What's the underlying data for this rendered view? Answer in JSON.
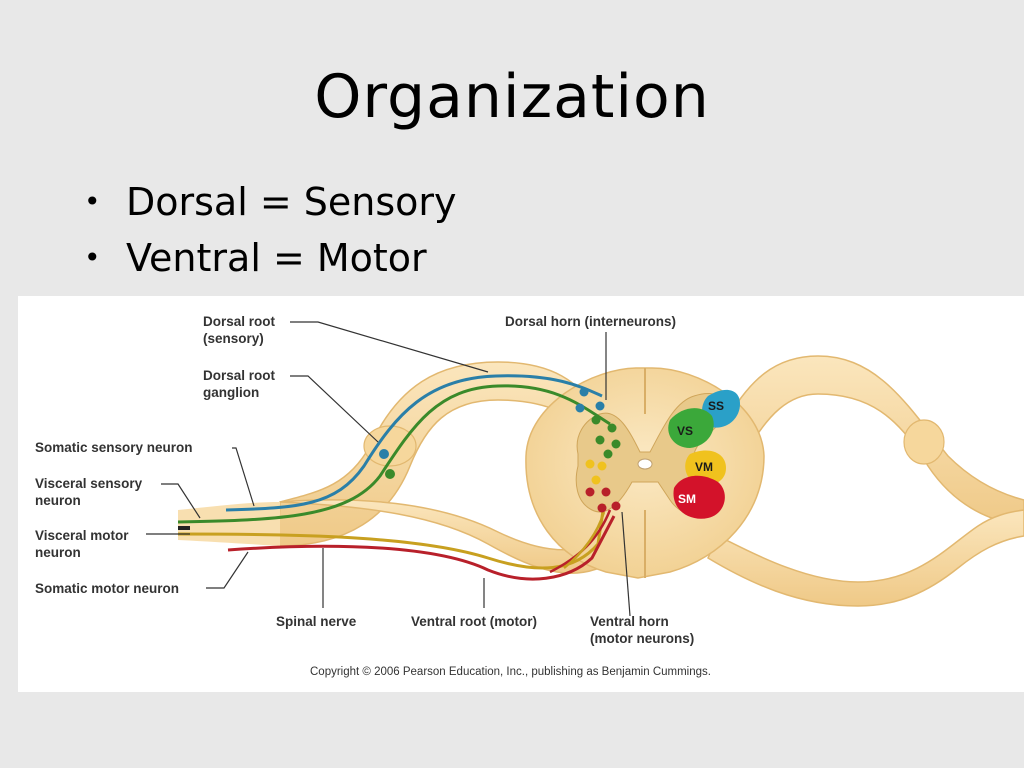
{
  "slide": {
    "title": "Organization",
    "bullets": [
      "Dorsal = Sensory",
      "Ventral = Motor"
    ]
  },
  "figure": {
    "labels": {
      "dorsal_root_1": "Dorsal root",
      "dorsal_root_2": "(sensory)",
      "dorsal_root_ganglion_1": "Dorsal root",
      "dorsal_root_ganglion_2": "ganglion",
      "somatic_sensory_neuron": "Somatic sensory neuron",
      "visceral_sensory_neuron_1": "Visceral sensory",
      "visceral_sensory_neuron_2": "neuron",
      "visceral_motor_neuron_1": "Visceral motor",
      "visceral_motor_neuron_2": "neuron",
      "somatic_motor_neuron": "Somatic motor neuron",
      "spinal_nerve": "Spinal nerve",
      "ventral_root": "Ventral root (motor)",
      "ventral_horn_1": "Ventral horn",
      "ventral_horn_2": "(motor neurons)",
      "dorsal_horn": "Dorsal horn (interneurons)"
    },
    "zones": {
      "ss": "SS",
      "vs": "VS",
      "vm": "VM",
      "sm": "SM"
    },
    "colors": {
      "somatic_sensory": "#2a7fa8",
      "visceral_sensory": "#3a8a2a",
      "visceral_motor": "#c8a020",
      "somatic_motor": "#b8202a",
      "nerve_tissue": "#f6dca8"
    },
    "copyright": "Copyright © 2006 Pearson Education, Inc., publishing as Benjamin Cummings."
  }
}
